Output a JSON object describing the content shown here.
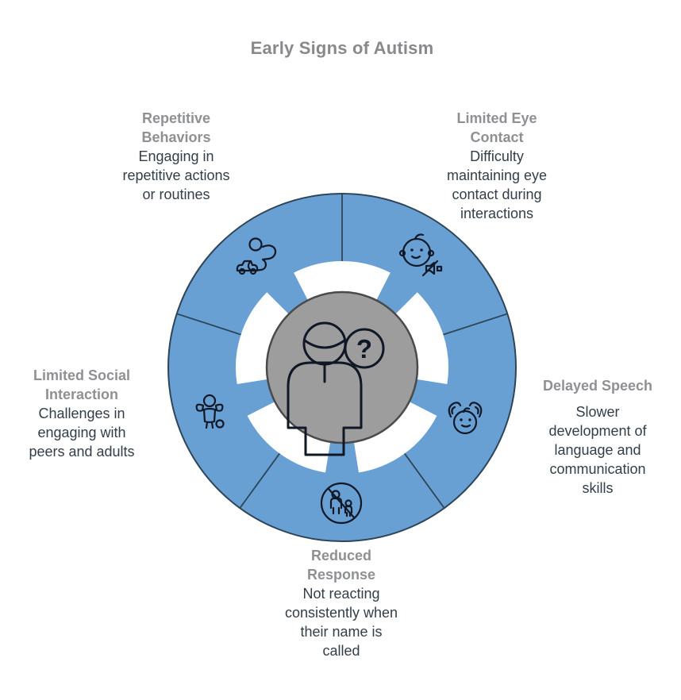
{
  "title": "Early Signs of Autism",
  "colors": {
    "segment_blue": "#68A0D4",
    "wheel_outline": "#2E4557",
    "center_gray": "#9D9D9D",
    "center_outline": "#4A4A4A",
    "heading_gray": "#8E9093",
    "title_gray": "#88898C",
    "description_dark": "#333E48",
    "icon_black": "#101826"
  },
  "center": {
    "icon": "person-question-icon",
    "question_mark": "?"
  },
  "signs": [
    {
      "id": "repetitive-behaviors",
      "position": "top-left",
      "heading": "Repetitive\nBehaviors",
      "description": "Engaging in\nrepetitive actions\nor routines",
      "icon": "child-with-toy-car-icon"
    },
    {
      "id": "limited-eye-contact",
      "position": "top-right",
      "heading": "Limited Eye\nContact",
      "description": "Difficulty\nmaintaining eye\ncontact during\ninteractions",
      "icon": "baby-face-muted-sound-icon"
    },
    {
      "id": "limited-social-interaction",
      "position": "left",
      "heading": "Limited Social\nInteraction",
      "description": "Challenges in\nengaging with\npeers and adults",
      "icon": "child-with-ball-icon"
    },
    {
      "id": "delayed-speech",
      "position": "right",
      "heading": "Delayed Speech",
      "description": "Slower\ndevelopment of\nlanguage and\ncommunication\nskills",
      "icon": "hands-over-baby-icon"
    },
    {
      "id": "reduced-response",
      "position": "bottom",
      "heading": "Reduced\nResponse",
      "description": "Not reacting\nconsistently when\ntheir name is\ncalled",
      "icon": "no-response-figures-icon"
    }
  ]
}
